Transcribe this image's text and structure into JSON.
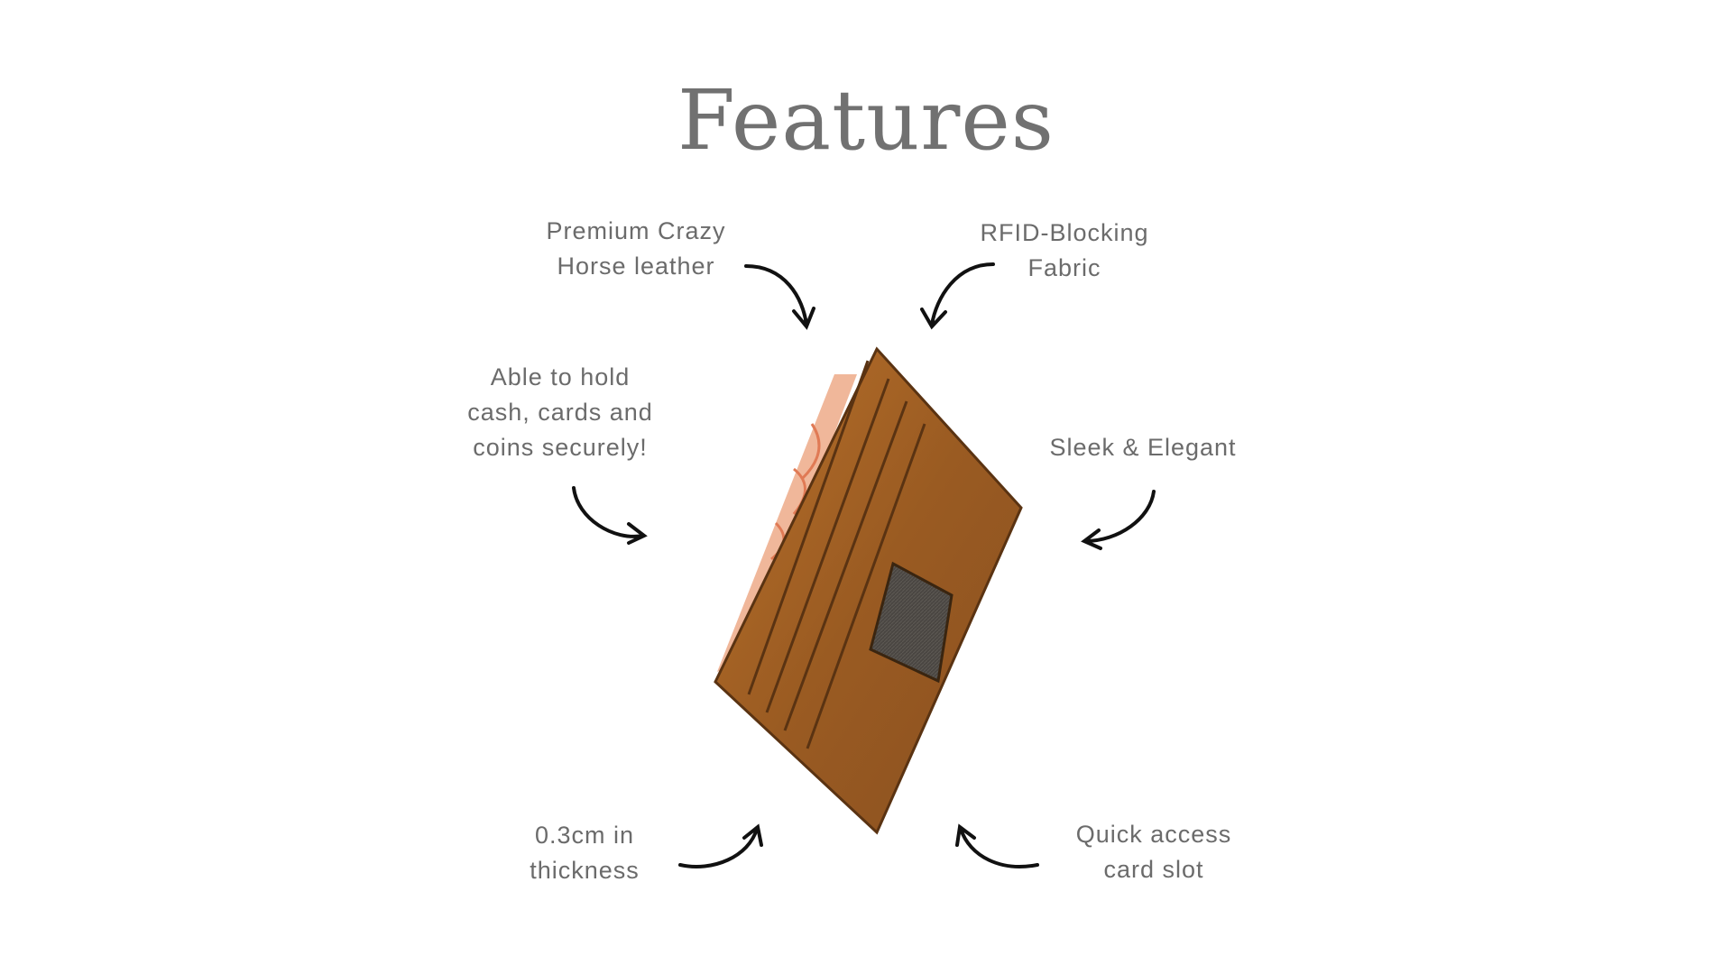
{
  "title": "Features",
  "features": [
    {
      "lines": [
        "Premium Crazy",
        "Horse leather"
      ]
    },
    {
      "lines": [
        "RFID-Blocking",
        "Fabric"
      ]
    },
    {
      "lines": [
        "Able to hold",
        "cash, cards and",
        "coins securely!"
      ]
    },
    {
      "lines": [
        "Sleek & Elegant"
      ]
    },
    {
      "lines": [
        "0.3cm in",
        "thickness"
      ]
    },
    {
      "lines": [
        "Quick access",
        "card slot"
      ]
    }
  ],
  "colors": {
    "text": "#6b6b6b",
    "title": "#717171",
    "leather": "#a8641f",
    "arrow": "#111111"
  }
}
